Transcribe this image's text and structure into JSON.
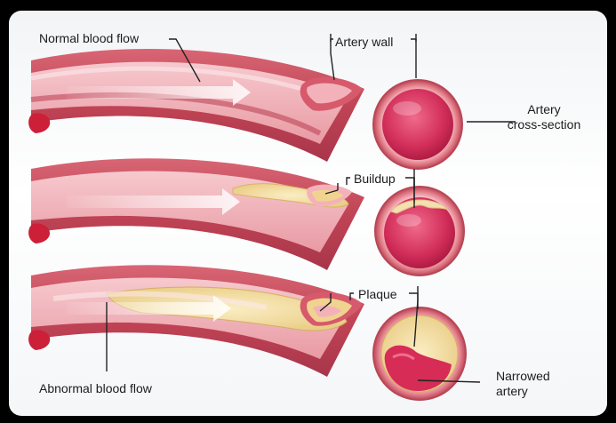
{
  "labels": {
    "normal_flow": "Normal blood flow",
    "artery_wall": "Artery wall",
    "cross_section_line1": "Artery",
    "cross_section_line2": "cross-section",
    "buildup": "Buildup",
    "plaque": "Plaque",
    "narrowed_line1": "Narrowed",
    "narrowed_line2": "artery",
    "abnormal_flow": "Abnormal blood flow"
  },
  "colors": {
    "artery_outer": "#c94c5e",
    "artery_inner": "#e98a95",
    "artery_lumen": "#f7c6cb",
    "blood": "#cc1f38",
    "plaque": "#f3dfa4",
    "background": "#000000"
  }
}
